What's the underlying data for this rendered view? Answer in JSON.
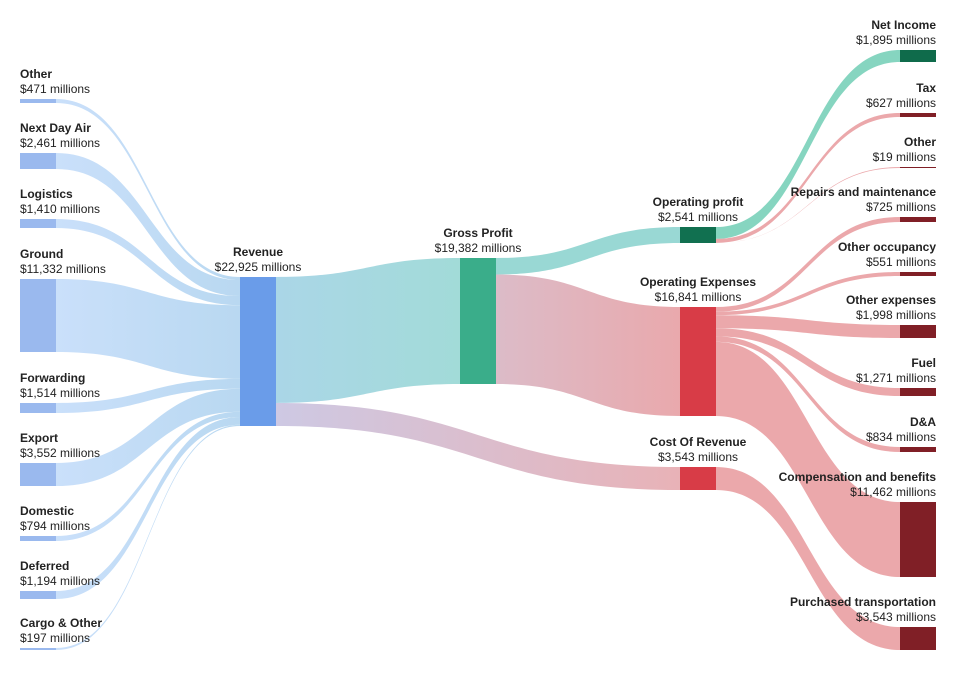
{
  "chart_data": {
    "type": "sankey",
    "unit_template": "${v} millions",
    "colors": {
      "income_node": "#9ab9ee",
      "income_link": "#b9d6f2",
      "revenue_node": "#6a9ce9",
      "gross_node": "#3aad8a",
      "gross_link": "#94d6d2",
      "profit_node": "#117050",
      "profit_link": "#7fd3bd",
      "profit_end_node": "#0f6b4b",
      "cost_node": "#d83c47",
      "cost_link": "#eaa3a6",
      "cost_end_node": "#801f26",
      "revenue_to_cost_link": "#d4c3dc",
      "gross_to_opex_link": "#e2b3bd"
    },
    "nodes": [
      {
        "id": "other_in",
        "name": "Other",
        "value": "471"
      },
      {
        "id": "next_day_air",
        "name": "Next Day Air",
        "value": "2,461"
      },
      {
        "id": "logistics",
        "name": "Logistics",
        "value": "1,410"
      },
      {
        "id": "ground",
        "name": "Ground",
        "value": "11,332"
      },
      {
        "id": "forwarding",
        "name": "Forwarding",
        "value": "1,514"
      },
      {
        "id": "export",
        "name": "Export",
        "value": "3,552"
      },
      {
        "id": "domestic",
        "name": "Domestic",
        "value": "794"
      },
      {
        "id": "deferred",
        "name": "Deferred",
        "value": "1,194"
      },
      {
        "id": "cargo_other",
        "name": "Cargo & Other",
        "value": "197"
      },
      {
        "id": "revenue",
        "name": "Revenue",
        "value": "22,925"
      },
      {
        "id": "gross_profit",
        "name": "Gross Profit",
        "value": "19,382"
      },
      {
        "id": "cost_of_revenue",
        "name": "Cost Of Revenue",
        "value": "3,543"
      },
      {
        "id": "operating_profit",
        "name": "Operating profit",
        "value": "2,541"
      },
      {
        "id": "operating_expenses",
        "name": "Operating Expenses",
        "value": "16,841"
      },
      {
        "id": "net_income",
        "name": "Net Income",
        "value": "1,895"
      },
      {
        "id": "tax",
        "name": "Tax",
        "value": "627"
      },
      {
        "id": "other_op",
        "name": "Other",
        "value": "19"
      },
      {
        "id": "repairs",
        "name": "Repairs and maintenance",
        "value": "725"
      },
      {
        "id": "other_occupancy",
        "name": "Other occupancy",
        "value": "551"
      },
      {
        "id": "other_expenses",
        "name": "Other expenses",
        "value": "1,998"
      },
      {
        "id": "fuel",
        "name": "Fuel",
        "value": "1,271"
      },
      {
        "id": "da",
        "name": "D&A",
        "value": "834"
      },
      {
        "id": "compensation",
        "name": "Compensation and benefits",
        "value": "11,462"
      },
      {
        "id": "purchased_transport",
        "name": "Purchased transportation",
        "value": "3,543"
      }
    ],
    "links": [
      {
        "source": "other_in",
        "target": "revenue",
        "value": 471
      },
      {
        "source": "next_day_air",
        "target": "revenue",
        "value": 2461
      },
      {
        "source": "logistics",
        "target": "revenue",
        "value": 1410
      },
      {
        "source": "ground",
        "target": "revenue",
        "value": 11332
      },
      {
        "source": "forwarding",
        "target": "revenue",
        "value": 1514
      },
      {
        "source": "export",
        "target": "revenue",
        "value": 3552
      },
      {
        "source": "domestic",
        "target": "revenue",
        "value": 794
      },
      {
        "source": "deferred",
        "target": "revenue",
        "value": 1194
      },
      {
        "source": "cargo_other",
        "target": "revenue",
        "value": 197
      },
      {
        "source": "revenue",
        "target": "gross_profit",
        "value": 19382
      },
      {
        "source": "revenue",
        "target": "cost_of_revenue",
        "value": 3543
      },
      {
        "source": "gross_profit",
        "target": "operating_profit",
        "value": 2541
      },
      {
        "source": "gross_profit",
        "target": "operating_expenses",
        "value": 16841
      },
      {
        "source": "operating_profit",
        "target": "net_income",
        "value": 1895
      },
      {
        "source": "operating_profit",
        "target": "tax",
        "value": 627
      },
      {
        "source": "operating_profit",
        "target": "other_op",
        "value": 19
      },
      {
        "source": "operating_expenses",
        "target": "repairs",
        "value": 725
      },
      {
        "source": "operating_expenses",
        "target": "other_occupancy",
        "value": 551
      },
      {
        "source": "operating_expenses",
        "target": "other_expenses",
        "value": 1998
      },
      {
        "source": "operating_expenses",
        "target": "fuel",
        "value": 1271
      },
      {
        "source": "operating_expenses",
        "target": "da",
        "value": 834
      },
      {
        "source": "operating_expenses",
        "target": "compensation",
        "value": 11462
      },
      {
        "source": "cost_of_revenue",
        "target": "purchased_transport",
        "value": 3543
      }
    ]
  }
}
